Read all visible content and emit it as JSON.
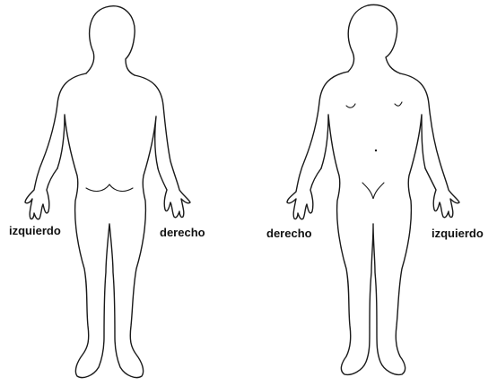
{
  "figures": {
    "back": {
      "left_label": "izquierdo",
      "right_label": "derecho"
    },
    "front": {
      "left_label": "derecho",
      "right_label": "izquierdo"
    }
  },
  "colors": {
    "ink": "#1a1a1a",
    "background": "#ffffff"
  }
}
